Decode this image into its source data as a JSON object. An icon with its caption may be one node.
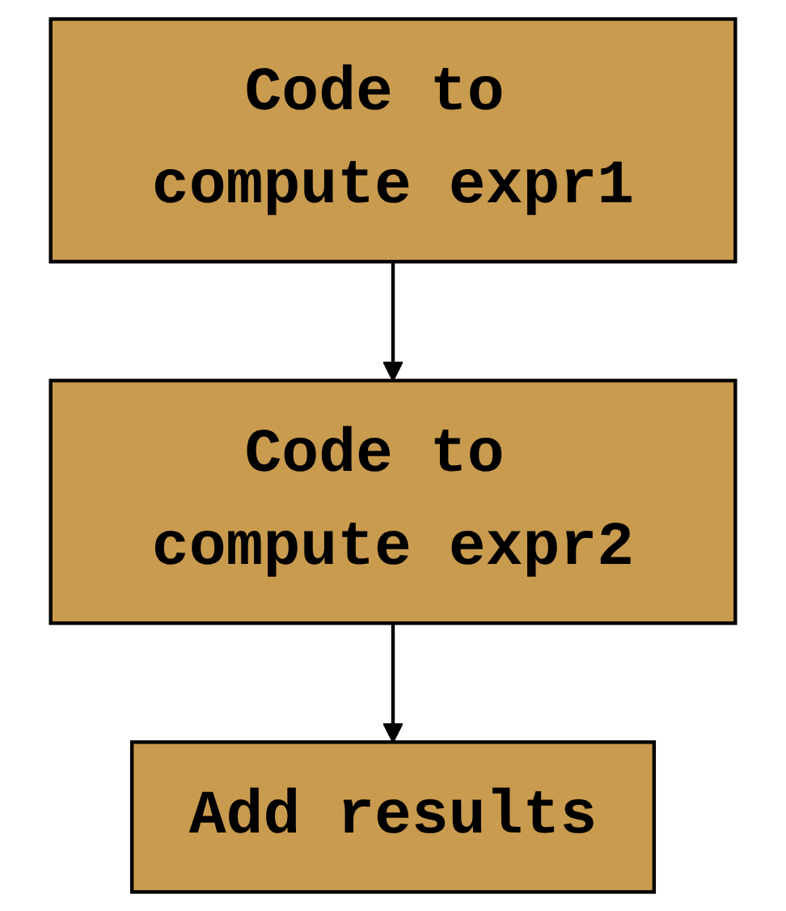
{
  "diagram": {
    "nodes": [
      {
        "text": [
          "Code to compute expr1"
        ]
      },
      {
        "text": [
          "Code to compute expr2"
        ]
      },
      {
        "text": [
          "Add results"
        ]
      }
    ],
    "edges": [
      {
        "from": 0,
        "to": 1,
        "arrow": "to"
      },
      {
        "from": 1,
        "to": 2,
        "arrow": "to"
      }
    ]
  }
}
